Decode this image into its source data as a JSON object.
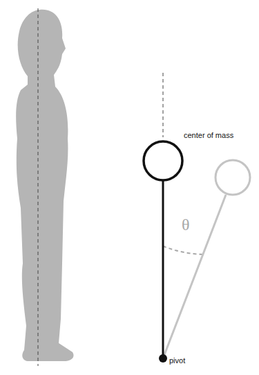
{
  "diagram": {
    "labels": [
      "center of mass",
      "θ",
      "pivot"
    ]
  }
}
